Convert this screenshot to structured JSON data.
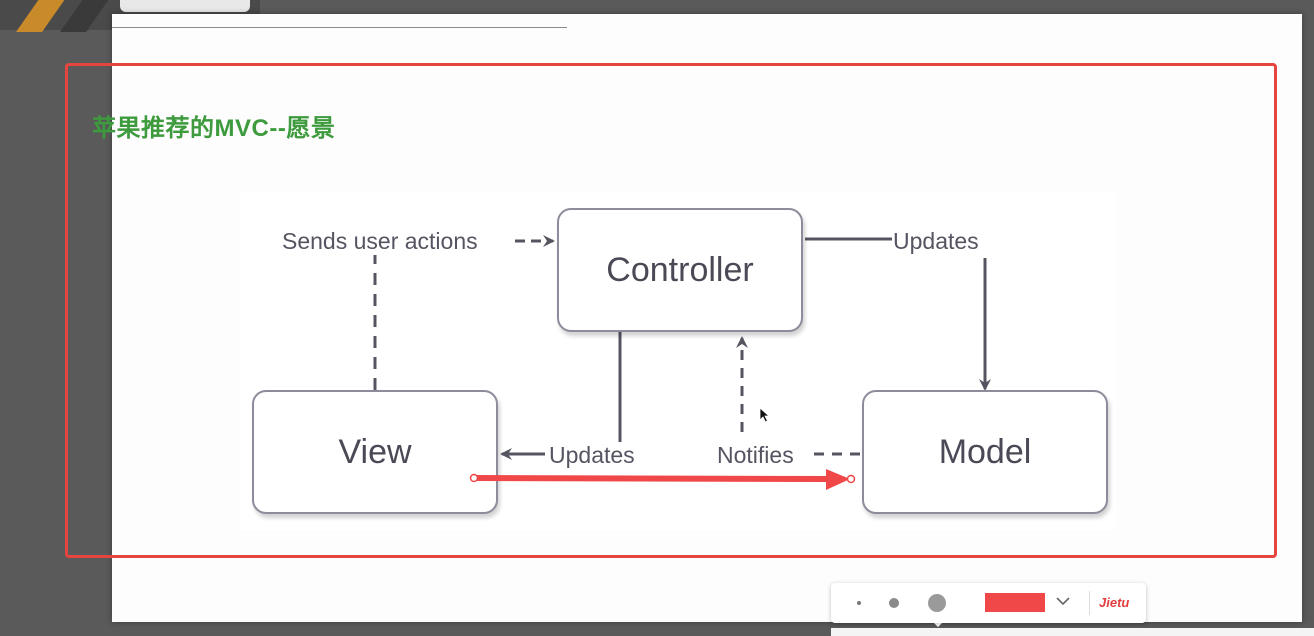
{
  "slide": {
    "title": "苹果推荐的MVC--愿景"
  },
  "diagram": {
    "nodes": {
      "controller": "Controller",
      "view": "View",
      "model": "Model"
    },
    "labels": {
      "sends_user_actions": "Sends user actions",
      "updates_model": "Updates",
      "updates_view": "Updates",
      "notifies": "Notifies"
    }
  },
  "annotation": {
    "color": "#e5443f"
  },
  "toolbar": {
    "brand": "Jietu",
    "selected_color": "#f04848",
    "brush_sizes": [
      "small",
      "medium",
      "large"
    ]
  }
}
